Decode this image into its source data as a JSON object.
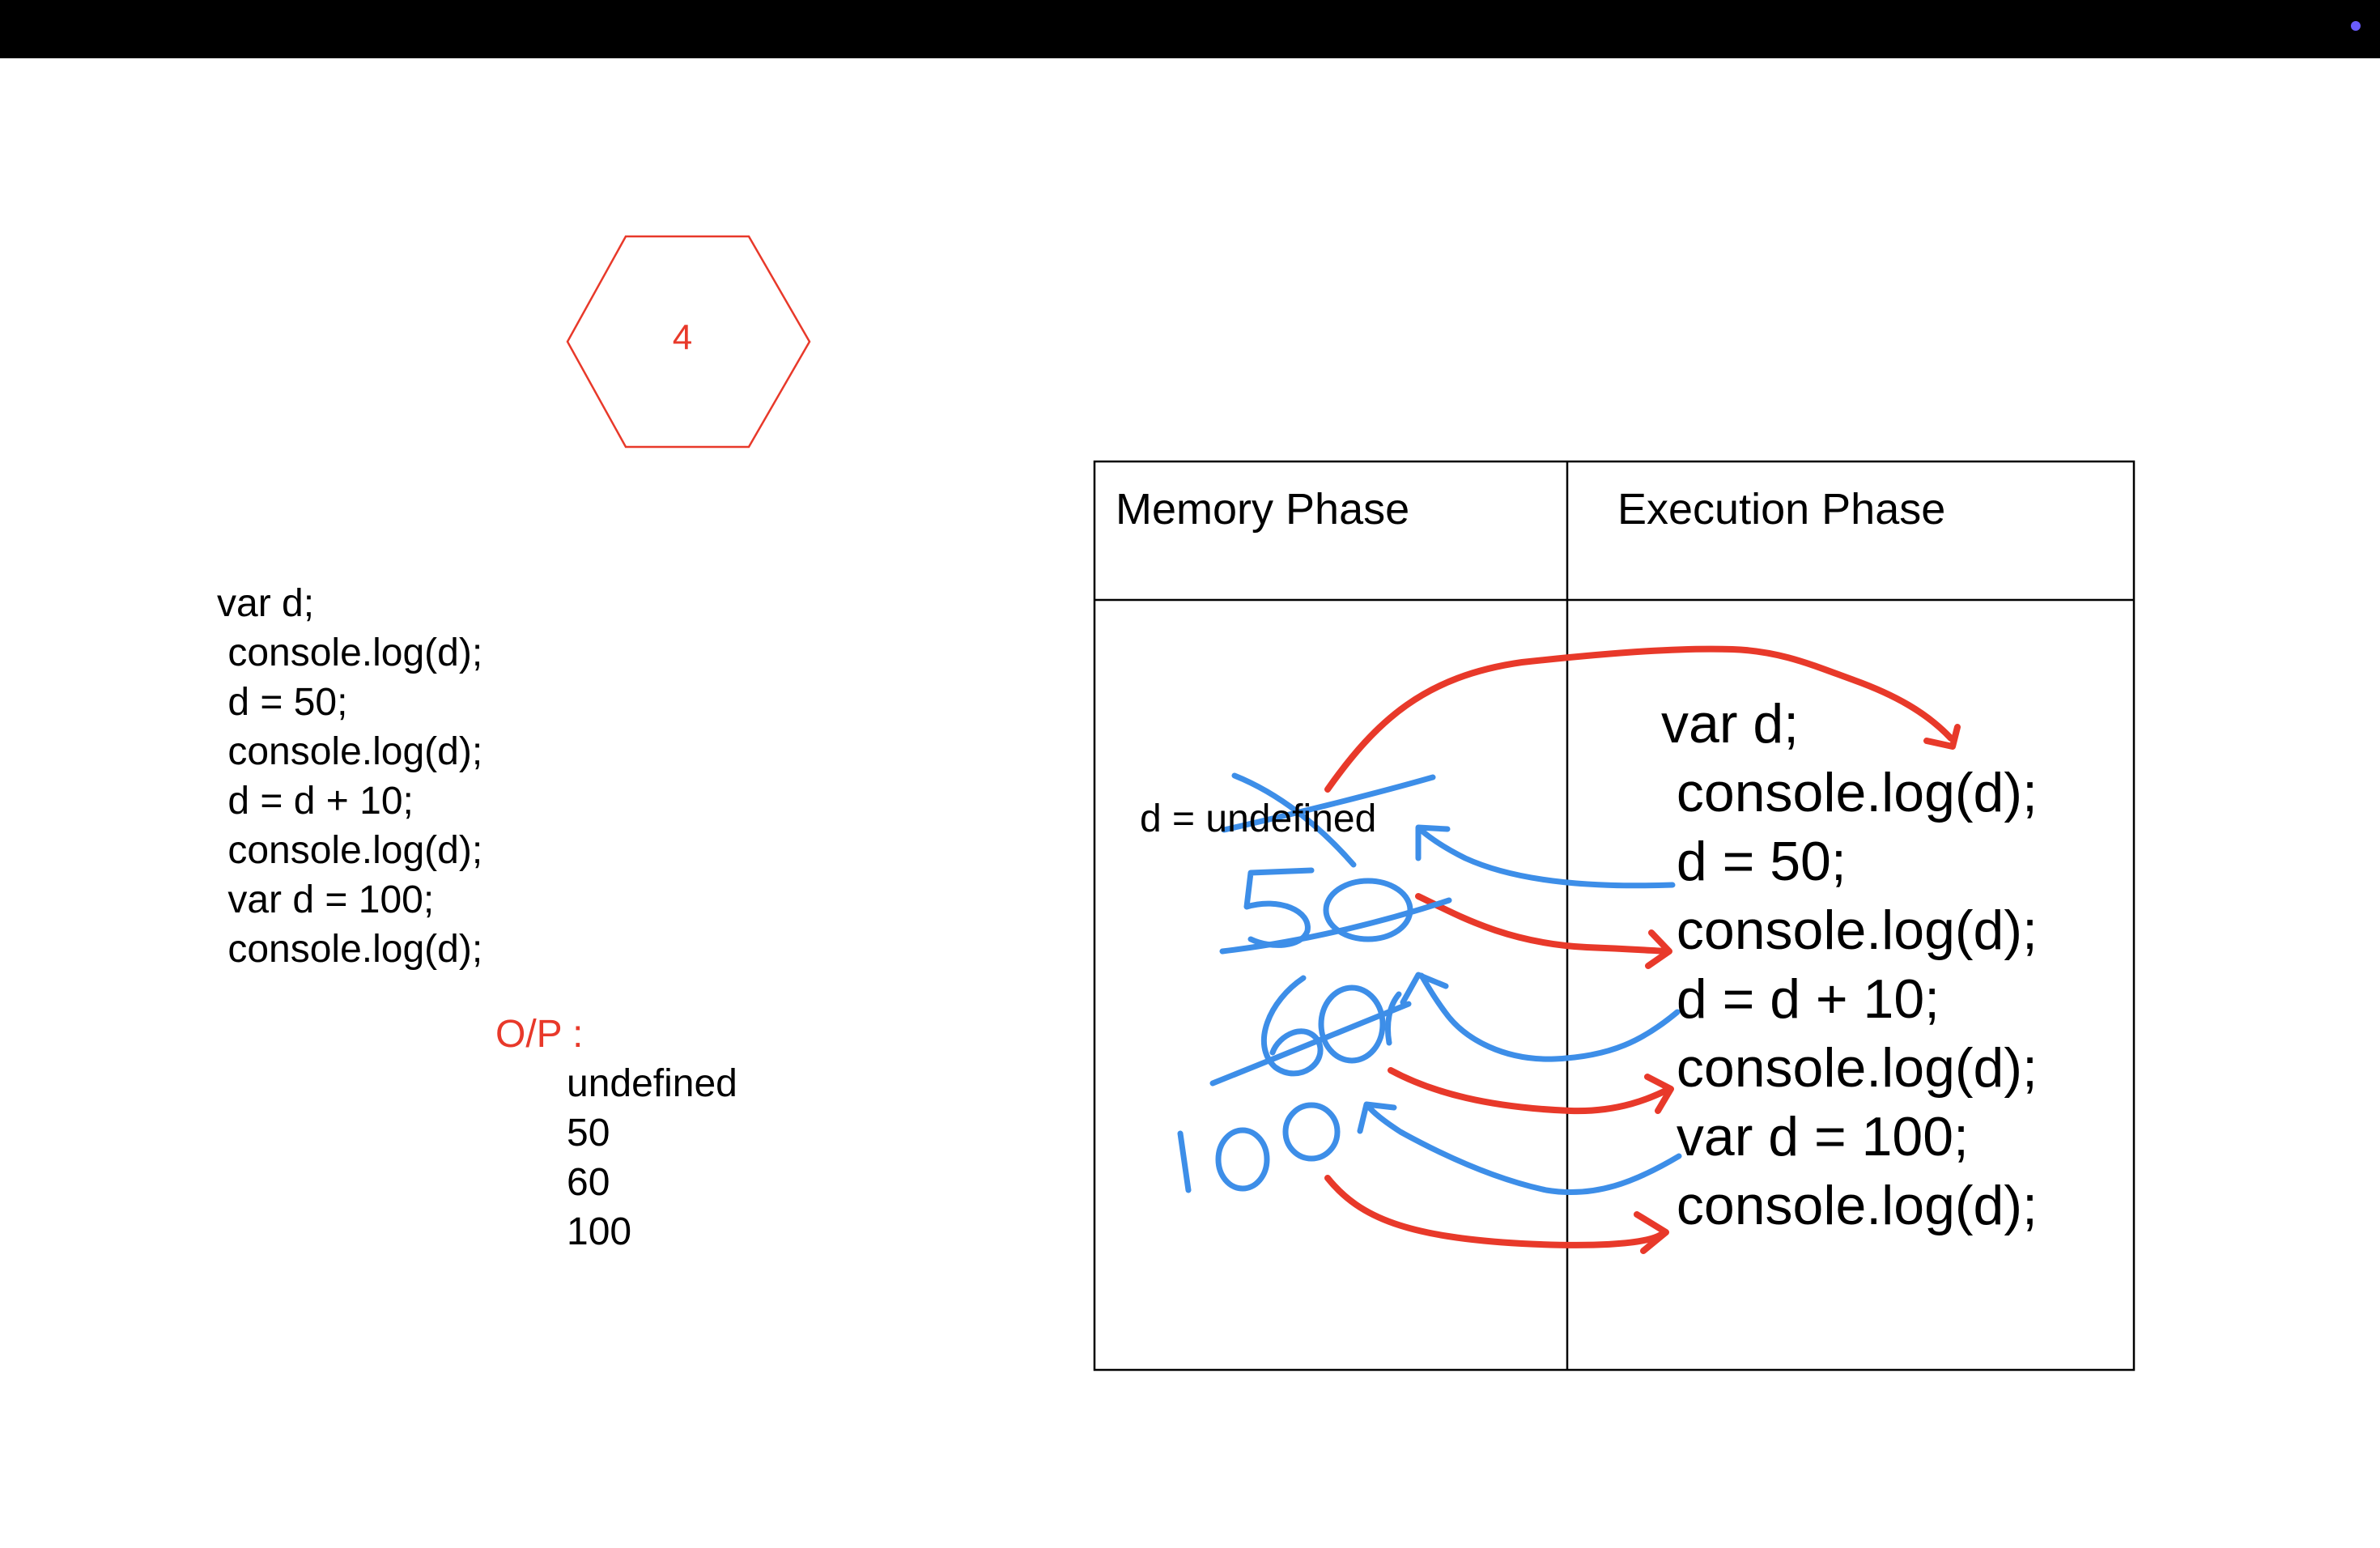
{
  "colors": {
    "red": "#e8392a",
    "blue": "#3d8ee8",
    "accent_dot": "#6a5cff"
  },
  "hexagon": {
    "label": "4"
  },
  "code": {
    "lines": [
      "var d;",
      " console.log(d);",
      " d = 50;",
      " console.log(d);",
      " d = d + 10;",
      " console.log(d);",
      " var d = 100;",
      " console.log(d);"
    ]
  },
  "output": {
    "label": "O/P :",
    "values": [
      "undefined",
      "50",
      "60",
      "100"
    ]
  },
  "table": {
    "memory_header": "Memory Phase",
    "execution_header": "Execution Phase",
    "memory_entry": "d = undefined",
    "execution_lines": [
      "var d;",
      " console.log(d);",
      " d = 50;",
      " console.log(d);",
      " d = d + 10;",
      " console.log(d);",
      " var d = 100;",
      " console.log(d);"
    ]
  },
  "annotations": {
    "handwritten_values": [
      "50",
      "60",
      "100"
    ]
  }
}
